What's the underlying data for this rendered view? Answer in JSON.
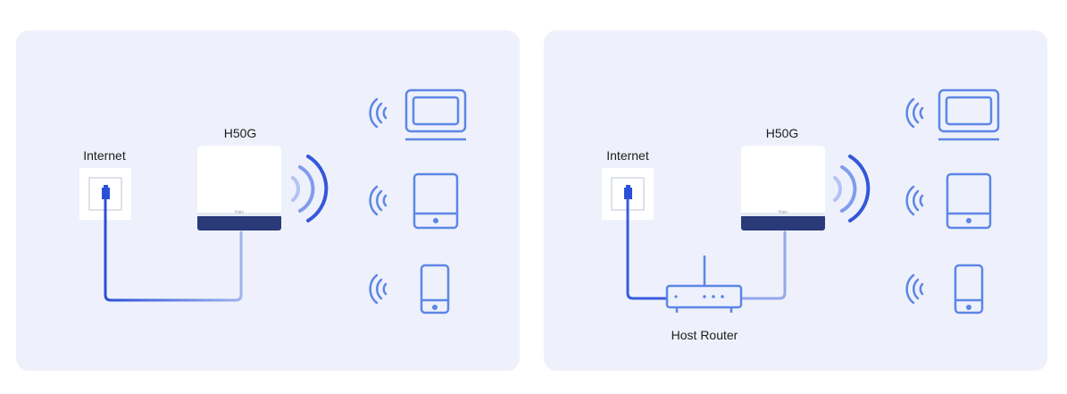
{
  "diagrams": [
    {
      "internet_label": "Internet",
      "device_label": "H50G",
      "device_brand": "Halo",
      "clients": [
        "laptop-icon",
        "tablet-icon",
        "phone-icon"
      ]
    },
    {
      "internet_label": "Internet",
      "device_label": "H50G",
      "device_brand": "Halo",
      "router_label": "Host Router",
      "clients": [
        "laptop-icon",
        "tablet-icon",
        "phone-icon"
      ]
    }
  ],
  "colors": {
    "panel_bg": "#eef1fb",
    "cable_dark": "#2b4fd6",
    "cable_light": "#8da4ea",
    "icon_stroke": "#5d86e6",
    "device_base": "#2a3a78"
  }
}
